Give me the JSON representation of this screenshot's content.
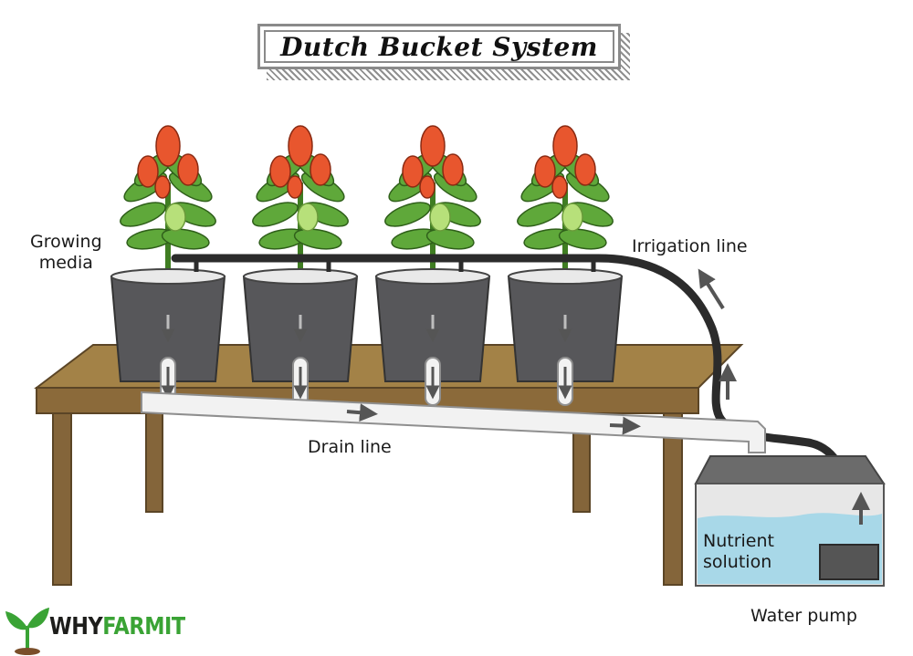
{
  "title": "Dutch Bucket System",
  "labels": {
    "growing_media": [
      "Growing",
      "media"
    ],
    "irrigation_line": "Irrigation line",
    "drain_line": "Drain line",
    "nutrient_solution": [
      "Nutrient",
      "solution"
    ],
    "water_pump": "Water pump"
  },
  "brand": {
    "part1": "WHY",
    "part2": "FARMIT"
  },
  "colors": {
    "bucket": "#57575a",
    "table": "#8b6a3a",
    "pipe": "#2b2b2b",
    "drain": "#eeeeee",
    "water": "#a8d8e8",
    "pepper": "#e8562e",
    "leaf": "#5fa83a",
    "brand_green": "#3aa335"
  },
  "diagram": {
    "bucket_count": 4
  }
}
